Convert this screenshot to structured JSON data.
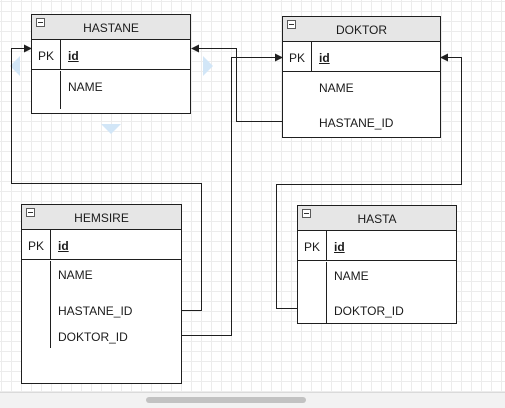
{
  "diagram": {
    "entities": {
      "hastane": {
        "title": "HASTANE",
        "pk_label": "PK",
        "pk_field": "id",
        "fields": [
          "NAME"
        ]
      },
      "doktor": {
        "title": "DOKTOR",
        "pk_label": "PK",
        "pk_field": "id",
        "fields": [
          "NAME",
          "HASTANE_ID"
        ]
      },
      "hemsire": {
        "title": "HEMSIRE",
        "pk_label": "PK",
        "pk_field": "id",
        "fields": [
          "NAME",
          "HASTANE_ID",
          "DOKTOR_ID"
        ]
      },
      "hasta": {
        "title": "HASTA",
        "pk_label": "PK",
        "pk_field": "id",
        "fields": [
          "NAME",
          "DOKTOR_ID"
        ]
      }
    },
    "relations": [
      {
        "from": "DOKTOR.HASTANE_ID",
        "to": "HASTANE.id"
      },
      {
        "from": "HEMSIRE.HASTANE_ID",
        "to": "HASTANE.id"
      },
      {
        "from": "HEMSIRE.DOKTOR_ID",
        "to": "DOKTOR.id"
      },
      {
        "from": "HASTA.DOKTOR_ID",
        "to": "DOKTOR.id"
      }
    ]
  },
  "colors": {
    "line": "#1f1f1f",
    "header_bg": "#e6e6e6",
    "grid": "#ececec",
    "hint": "#d2e6f7"
  },
  "icons": {
    "collapse": "minus-square-icon",
    "hint": "blue-arrow-hint-icon"
  }
}
